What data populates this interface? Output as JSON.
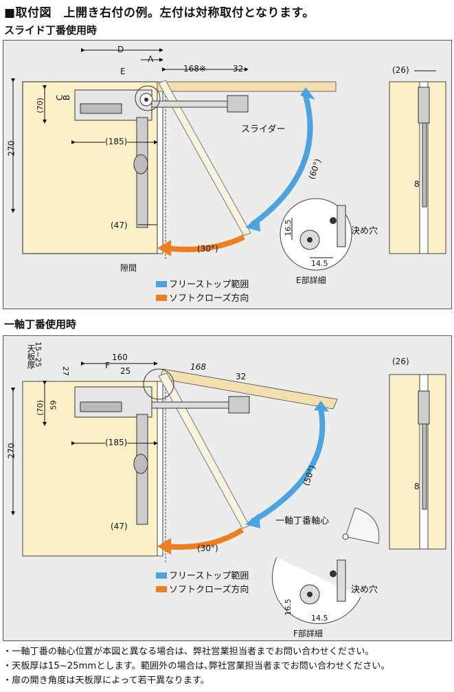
{
  "heading": "■取付図　上開き右付の例。左付は対称取付となります。",
  "colors": {
    "freestop": "#4da3df",
    "softclose": "#ec7f22",
    "wood": "#fcf0c8",
    "panel": "#ececec"
  },
  "section1": {
    "title": "スライド丁番使用時",
    "dims": {
      "D": "D",
      "A": "A",
      "E": "E",
      "C": "C",
      "B": "B",
      "d70": "(70)",
      "d270": "270",
      "d185": "(185)",
      "d47": "(47)",
      "d168": "168※",
      "d32": "32",
      "d26": "(26)",
      "d8": "8",
      "gap": "隙間"
    },
    "slider_label": "スライダー",
    "angle_open": "(60°)",
    "angle_close": "(30°)",
    "legend": {
      "freestop": "フリーストップ範囲",
      "softclose": "ソフトクローズ方向"
    },
    "detail": {
      "hole_label": "決め穴",
      "d165": "16.5",
      "d145": "14.5",
      "caption": "E部詳細"
    }
  },
  "section2": {
    "title": "一軸丁番使用時",
    "dims": {
      "thick_label": "天板厚",
      "thick_range": "15~25",
      "d27": "27",
      "d160": "160",
      "F": "F",
      "d25": "25",
      "d70": "(70)",
      "d59": "59",
      "d270": "270",
      "d185": "(185)",
      "d47": "(47)",
      "d168": "168",
      "d32": "32",
      "d26": "(26)",
      "d8": "8"
    },
    "angle_open": "(50°)",
    "angle_close": "(30°)",
    "axis_label": "一軸丁番軸心",
    "legend": {
      "freestop": "フリーストップ範囲",
      "softclose": "ソフトクローズ方向"
    },
    "detail": {
      "hole_label": "決め穴",
      "d165": "16.5",
      "d145": "14.5",
      "caption": "F部詳細"
    }
  },
  "notes": [
    "・一軸丁番の軸心位置が本図と異なる場合は、弊社営業担当者までお問い合わせください。",
    "・天板厚は15~25mmとします。範囲外の場合は､弊社営業担当者までお問い合わせください。",
    "・扉の開き角度は天板厚によって若干異なります。"
  ]
}
